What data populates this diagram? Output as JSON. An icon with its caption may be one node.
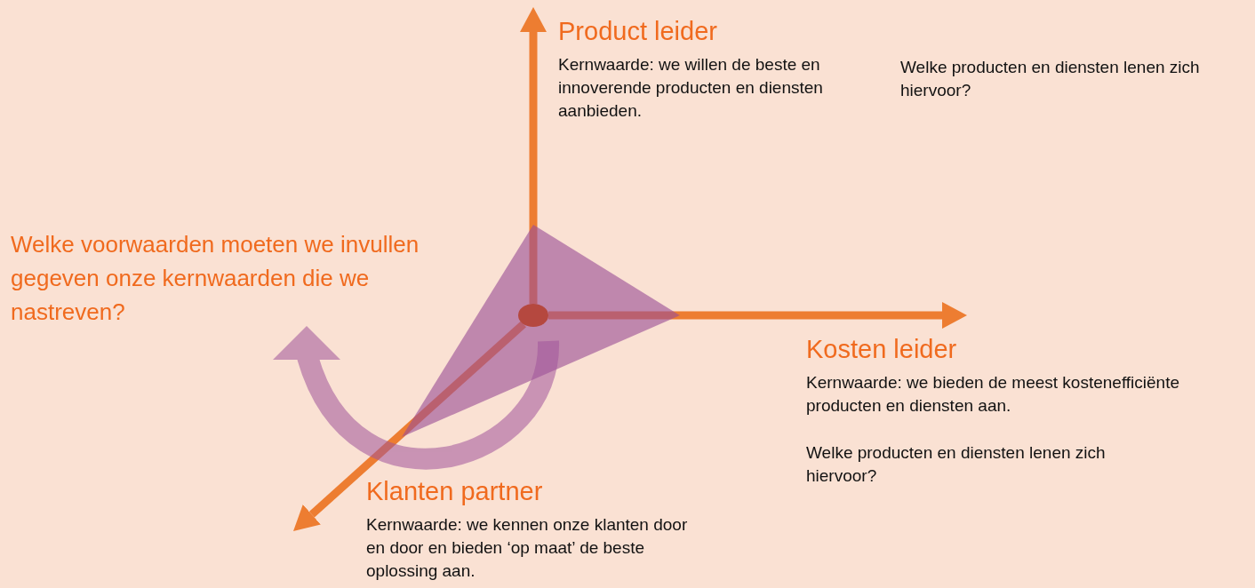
{
  "diagram": {
    "nodes": [
      {
        "text": [],
        "shape": "circle"
      },
      {
        "text": [
          "Product leider",
          "Kernwaarde: we willen de beste en innoverende producten en diensten aanbieden."
        ]
      },
      {
        "text": [
          "Kosten leider",
          "Kernwaarde: we bieden de meest kostenefficiënte producten en diensten aan."
        ]
      },
      {
        "text": [
          "Klanten partner",
          "Kernwaarde: we kennen onze klanten door en door en bieden ‘op maat’ de beste oplossing aan."
        ]
      }
    ],
    "edges": [
      {
        "from": 0,
        "to": 1,
        "arrow": "to"
      },
      {
        "from": 0,
        "to": 2,
        "arrow": "to"
      },
      {
        "from": 0,
        "to": 3,
        "arrow": "to"
      }
    ],
    "labels": [
      "Welke producten en diensten lenen zich hiervoor?",
      "Welke voorwaarden moeten we invullen gegeven onze kernwaarden die we nastreven?",
      "Welke producten en diensten lenen zich hiervoor?"
    ]
  }
}
